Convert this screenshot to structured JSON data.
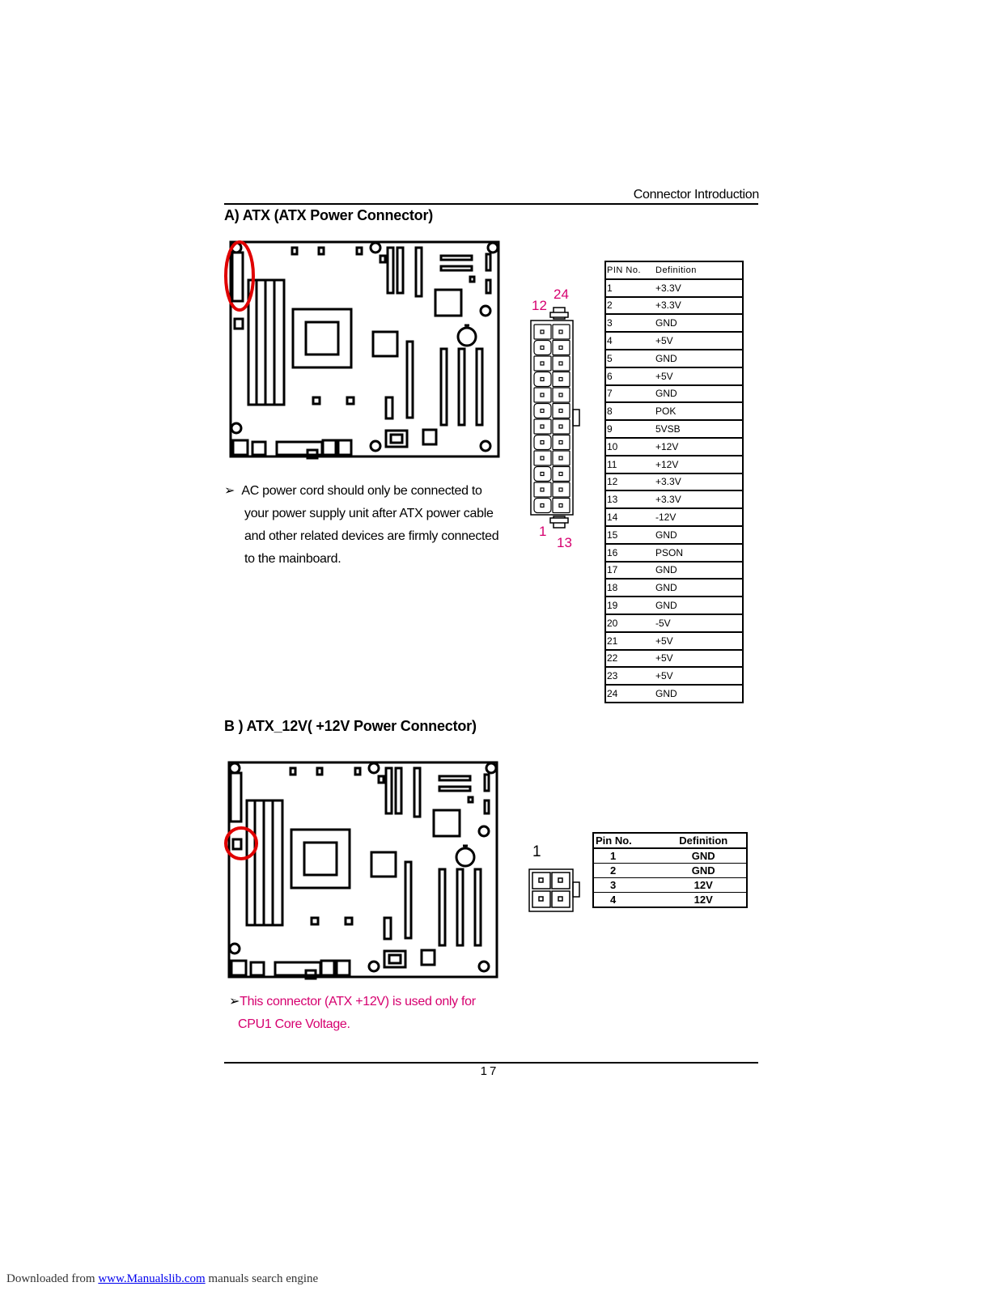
{
  "header": {
    "section": "Connector Introduction"
  },
  "section_a": {
    "title": "A) ATX (ATX Power Connector)",
    "note": "AC power cord should only be connected to your power supply unit after ATX power cable and other related devices are firmly connected to the mainboard.",
    "note_lines": [
      "AC power cord should only be connected to",
      "your power supply unit after ATX power cable",
      "and other related devices are firmly connected",
      "to the mainboard."
    ],
    "connector_labels": {
      "top_left": "12",
      "top_right": "24",
      "bottom_left": "1",
      "bottom_right": "13"
    },
    "table_headers": [
      "PIN No.",
      "Definition"
    ],
    "pins": [
      [
        "1",
        "+3.3V"
      ],
      [
        "2",
        "+3.3V"
      ],
      [
        "3",
        "GND"
      ],
      [
        "4",
        "+5V"
      ],
      [
        "5",
        "GND"
      ],
      [
        "6",
        "+5V"
      ],
      [
        "7",
        "GND"
      ],
      [
        "8",
        "POK"
      ],
      [
        "9",
        "5VSB"
      ],
      [
        "10",
        "+12V"
      ],
      [
        "11",
        "+12V"
      ],
      [
        "12",
        "+3.3V"
      ],
      [
        "13",
        "+3.3V"
      ],
      [
        "14",
        "-12V"
      ],
      [
        "15",
        "GND"
      ],
      [
        "16",
        "PSON"
      ],
      [
        "17",
        "GND"
      ],
      [
        "18",
        "GND"
      ],
      [
        "19",
        "GND"
      ],
      [
        "20",
        "-5V"
      ],
      [
        "21",
        "+5V"
      ],
      [
        "22",
        "+5V"
      ],
      [
        "23",
        "+5V"
      ],
      [
        "24",
        "GND"
      ]
    ]
  },
  "section_b": {
    "title": "B ) ATX_12V(   +12V Power Connector)",
    "note_lines": [
      "This connector (ATX +12V) is used only for",
      "CPU1 Core Voltage."
    ],
    "connector_label": "1",
    "table_headers": [
      "Pin No.",
      "Definition"
    ],
    "pins": [
      [
        "1",
        "GND"
      ],
      [
        "2",
        "GND"
      ],
      [
        "3",
        "12V"
      ],
      [
        "4",
        "12V"
      ]
    ]
  },
  "page_number": "17",
  "footer": {
    "prefix": "Downloaded from ",
    "link": "www.Manualslib.com",
    "suffix": "  manuals search engine"
  },
  "colors": {
    "accent_pink": "#d6006f",
    "highlight_red": "#e00000"
  }
}
